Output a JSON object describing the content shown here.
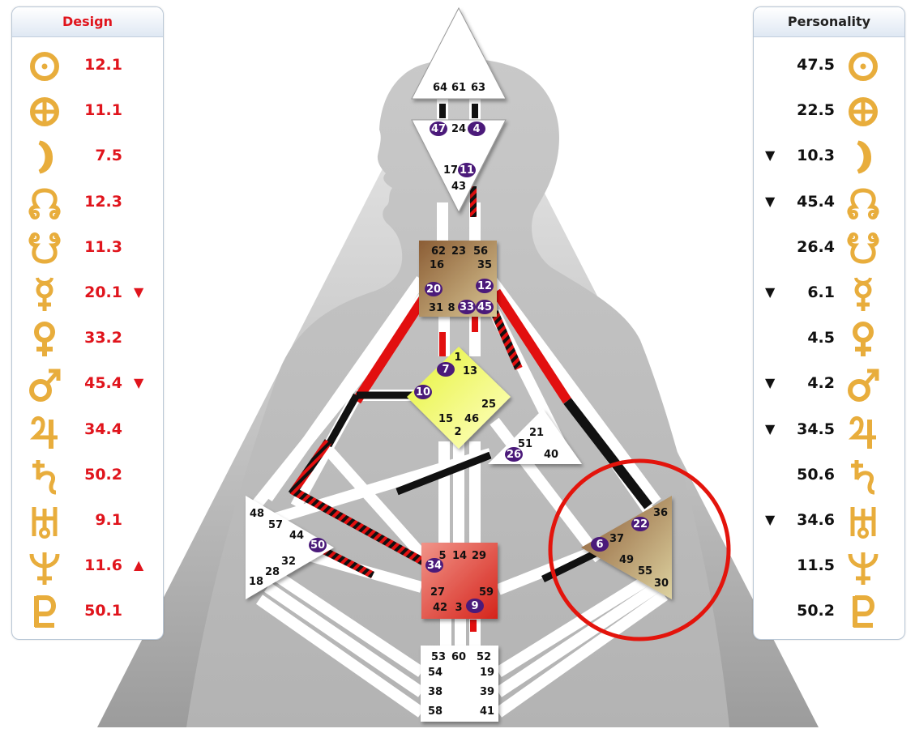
{
  "design": {
    "header": "Design",
    "rows": [
      {
        "planet": "sun-icon",
        "value": "12.1",
        "arrow": ""
      },
      {
        "planet": "earth-icon",
        "value": "11.1",
        "arrow": ""
      },
      {
        "planet": "moon-icon",
        "value": "7.5",
        "arrow": ""
      },
      {
        "planet": "north-node-icon",
        "value": "12.3",
        "arrow": ""
      },
      {
        "planet": "south-node-icon",
        "value": "11.3",
        "arrow": ""
      },
      {
        "planet": "mercury-icon",
        "value": "20.1",
        "arrow": "▼"
      },
      {
        "planet": "venus-icon",
        "value": "33.2",
        "arrow": ""
      },
      {
        "planet": "mars-icon",
        "value": "45.4",
        "arrow": "▼"
      },
      {
        "planet": "jupiter-icon",
        "value": "34.4",
        "arrow": ""
      },
      {
        "planet": "saturn-icon",
        "value": "50.2",
        "arrow": ""
      },
      {
        "planet": "uranus-icon",
        "value": "9.1",
        "arrow": ""
      },
      {
        "planet": "neptune-icon",
        "value": "11.6",
        "arrow": "▲"
      },
      {
        "planet": "pluto-icon",
        "value": "50.1",
        "arrow": ""
      }
    ]
  },
  "personality": {
    "header": "Personality",
    "rows": [
      {
        "planet": "sun-icon",
        "value": "47.5",
        "arrow": ""
      },
      {
        "planet": "earth-icon",
        "value": "22.5",
        "arrow": ""
      },
      {
        "planet": "moon-icon",
        "value": "10.3",
        "arrow": "▼"
      },
      {
        "planet": "north-node-icon",
        "value": "45.4",
        "arrow": "▼"
      },
      {
        "planet": "south-node-icon",
        "value": "26.4",
        "arrow": ""
      },
      {
        "planet": "mercury-icon",
        "value": "6.1",
        "arrow": "▼"
      },
      {
        "planet": "venus-icon",
        "value": "4.5",
        "arrow": ""
      },
      {
        "planet": "mars-icon",
        "value": "4.2",
        "arrow": "▼"
      },
      {
        "planet": "jupiter-icon",
        "value": "34.5",
        "arrow": "▼"
      },
      {
        "planet": "saturn-icon",
        "value": "50.6",
        "arrow": ""
      },
      {
        "planet": "uranus-icon",
        "value": "34.6",
        "arrow": "▼"
      },
      {
        "planet": "neptune-icon",
        "value": "11.5",
        "arrow": ""
      },
      {
        "planet": "pluto-icon",
        "value": "50.2",
        "arrow": ""
      }
    ]
  },
  "colors": {
    "design_red": "#e0141c",
    "personality_black": "#111111",
    "gate_badge": "#4b1a7a",
    "glyph_gold": "#e8ad3c",
    "highlight_ring": "#e3140c"
  },
  "centers": {
    "head": {
      "gates": [
        "64",
        "61",
        "63"
      ]
    },
    "ajna": {
      "gates": [
        "47",
        "24",
        "4",
        "17",
        "11",
        "43"
      ]
    },
    "throat": {
      "gates": [
        "62",
        "23",
        "56",
        "16",
        "35",
        "20",
        "12",
        "31",
        "8",
        "33",
        "45"
      ]
    },
    "g": {
      "gates": [
        "1",
        "7",
        "13",
        "10",
        "25",
        "15",
        "46",
        "2"
      ]
    },
    "ego": {
      "gates": [
        "21",
        "51",
        "26",
        "40"
      ]
    },
    "spleen": {
      "gates": [
        "48",
        "57",
        "44",
        "50",
        "32",
        "28",
        "18"
      ]
    },
    "sacral": {
      "gates": [
        "5",
        "14",
        "29",
        "34",
        "27",
        "59",
        "42",
        "3",
        "9"
      ]
    },
    "solar_plexus": {
      "gates": [
        "36",
        "22",
        "6",
        "37",
        "49",
        "55",
        "30"
      ]
    },
    "root": {
      "gates": [
        "53",
        "60",
        "52",
        "54",
        "19",
        "38",
        "39",
        "58",
        "41"
      ]
    }
  },
  "active_gates": [
    "47",
    "4",
    "11",
    "20",
    "12",
    "33",
    "45",
    "7",
    "10",
    "26",
    "50",
    "34",
    "9",
    "22",
    "6"
  ]
}
